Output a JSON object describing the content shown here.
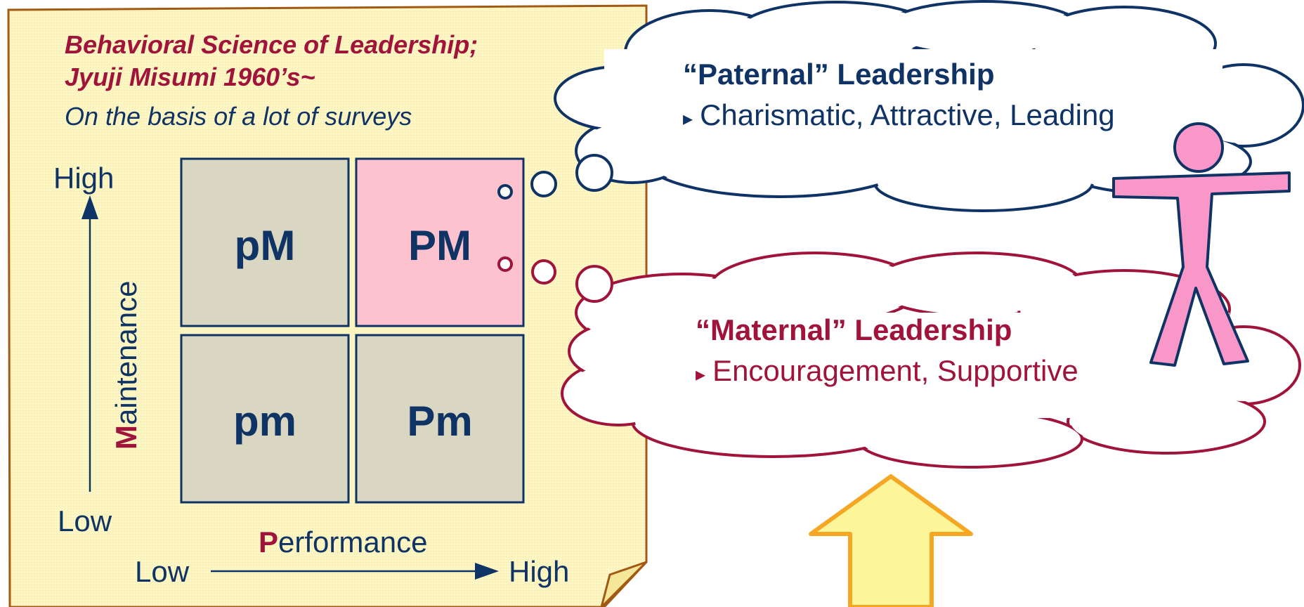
{
  "note": {
    "title_line1": "Behavioral Science of Leadership;",
    "title_line2": "Jyuji Misumi 1960’s~",
    "subtitle": "On the basis of a lot of surveys"
  },
  "y_axis": {
    "high": "High",
    "low": "Low",
    "label_initial": "M",
    "label_rest": "aintenance"
  },
  "x_axis": {
    "low": "Low",
    "high": "High",
    "label_initial": "P",
    "label_rest": "erformance"
  },
  "matrix": {
    "top_left": "pM",
    "top_right": "PM",
    "bottom_left": "pm",
    "bottom_right": "Pm"
  },
  "paternal": {
    "title": "“Paternal” Leadership",
    "bullet": "▸",
    "text": "Charismatic, Attractive, Leading"
  },
  "maternal": {
    "title": "“Maternal” Leadership",
    "bullet": "▸",
    "text": "Encouragement, Supportive"
  },
  "colors": {
    "navy": "#0f3364",
    "crimson": "#a0143c",
    "note_bg": "#fdf6c3",
    "note_border": "#a05a14",
    "cell_gray": "#d9d6c1",
    "cell_pink": "#fcc3cf",
    "figure_pink": "#f998c8",
    "arrow_fill": "#fcf59a",
    "arrow_stroke": "#f5a623"
  }
}
